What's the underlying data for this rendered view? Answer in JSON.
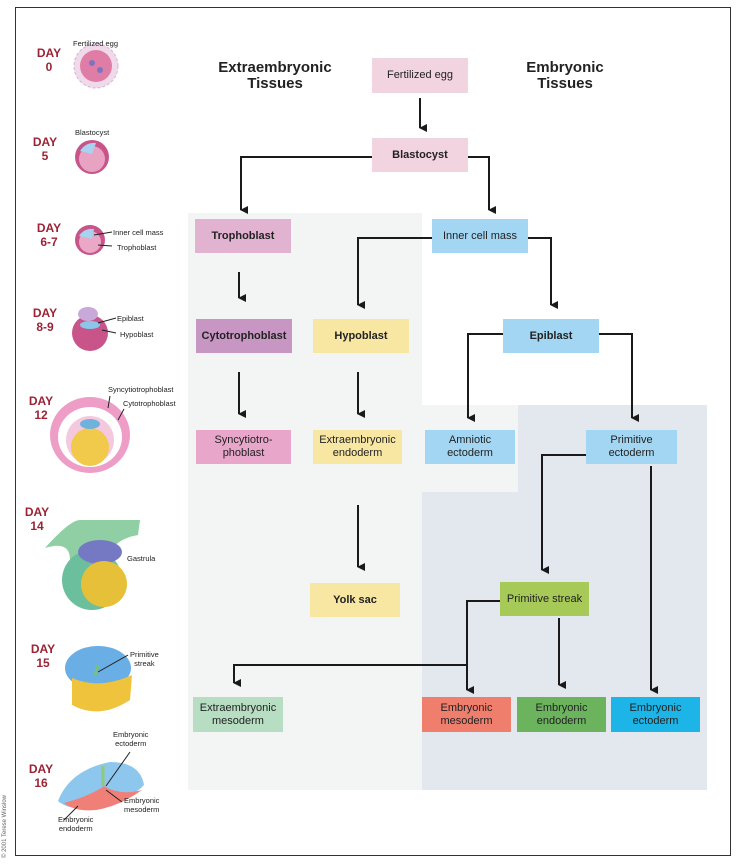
{
  "headers": {
    "extraembryonic": "Extraembryonic\nTissues",
    "embryonic": "Embryonic\nTissues"
  },
  "boxes": {
    "fertilized_egg": {
      "label": "Fertilized egg",
      "color": "#f2d4e0"
    },
    "blastocyst": {
      "label": "Blastocyst",
      "color": "#f2d4e0"
    },
    "trophoblast": {
      "label": "Trophoblast",
      "color": "#e2b3d0"
    },
    "inner_cell_mass": {
      "label": "Inner cell mass",
      "color": "#a3d6f2"
    },
    "cytotrophoblast": {
      "label": "Cytotrophoblast",
      "color": "#c896c2"
    },
    "hypoblast": {
      "label": "Hypoblast",
      "color": "#f8e7a2"
    },
    "epiblast": {
      "label": "Epiblast",
      "color": "#a3d6f2"
    },
    "syncytiotrophoblast": {
      "label": "Syncytiotro-\nphoblast",
      "color": "#e9a6cb"
    },
    "extraembryonic_endoderm": {
      "label": "Extraembryonic\nendoderm",
      "color": "#f8e7a2"
    },
    "amniotic_ectoderm": {
      "label": "Amniotic\nectoderm",
      "color": "#a3d6f2"
    },
    "primitive_ectoderm": {
      "label": "Primitive\nectoderm",
      "color": "#a3d6f2"
    },
    "yolk_sac": {
      "label": "Yolk sac",
      "color": "#f8e7a2"
    },
    "primitive_streak": {
      "label": "Primitive streak",
      "color": "#a7c957"
    },
    "extraembryonic_mesoderm": {
      "label": "Extraembryonic\nmesoderm",
      "color": "#b7ddc2"
    },
    "embryonic_mesoderm": {
      "label": "Embryonic\nmesoderm",
      "color": "#f07e6d"
    },
    "embryonic_endoderm": {
      "label": "Embryonic\nendoderm",
      "color": "#6bb45d"
    },
    "embryonic_ectoderm": {
      "label": "Embryonic\nectoderm",
      "color": "#1db4e7"
    }
  },
  "days": [
    {
      "day": "DAY\n0",
      "labels": [
        "Fertilized egg"
      ]
    },
    {
      "day": "DAY\n5",
      "labels": [
        "Blastocyst"
      ]
    },
    {
      "day": "DAY\n6-7",
      "labels": [
        "Inner cell mass",
        "Trophoblast"
      ]
    },
    {
      "day": "DAY\n8-9",
      "labels": [
        "Epiblast",
        "Hypoblast"
      ]
    },
    {
      "day": "DAY\n12",
      "labels": [
        "Syncytiotrophoblast",
        "Cytotrophoblast"
      ]
    },
    {
      "day": "DAY\n14",
      "labels": [
        "Gastrula"
      ]
    },
    {
      "day": "DAY\n15",
      "labels": [
        "Primitive\nstreak"
      ]
    },
    {
      "day": "DAY\n16",
      "labels": [
        "Embryonic\nectoderm",
        "Embryonic\nmesoderm",
        "Embryonic\nendoderm"
      ]
    }
  ],
  "copyright": "© 2001 Terese Winslow",
  "colors": {
    "day_label": "#9b2335",
    "extraembryonic_panel": "#f3f4f4",
    "embryonic_panel": "#e3e8ef"
  }
}
